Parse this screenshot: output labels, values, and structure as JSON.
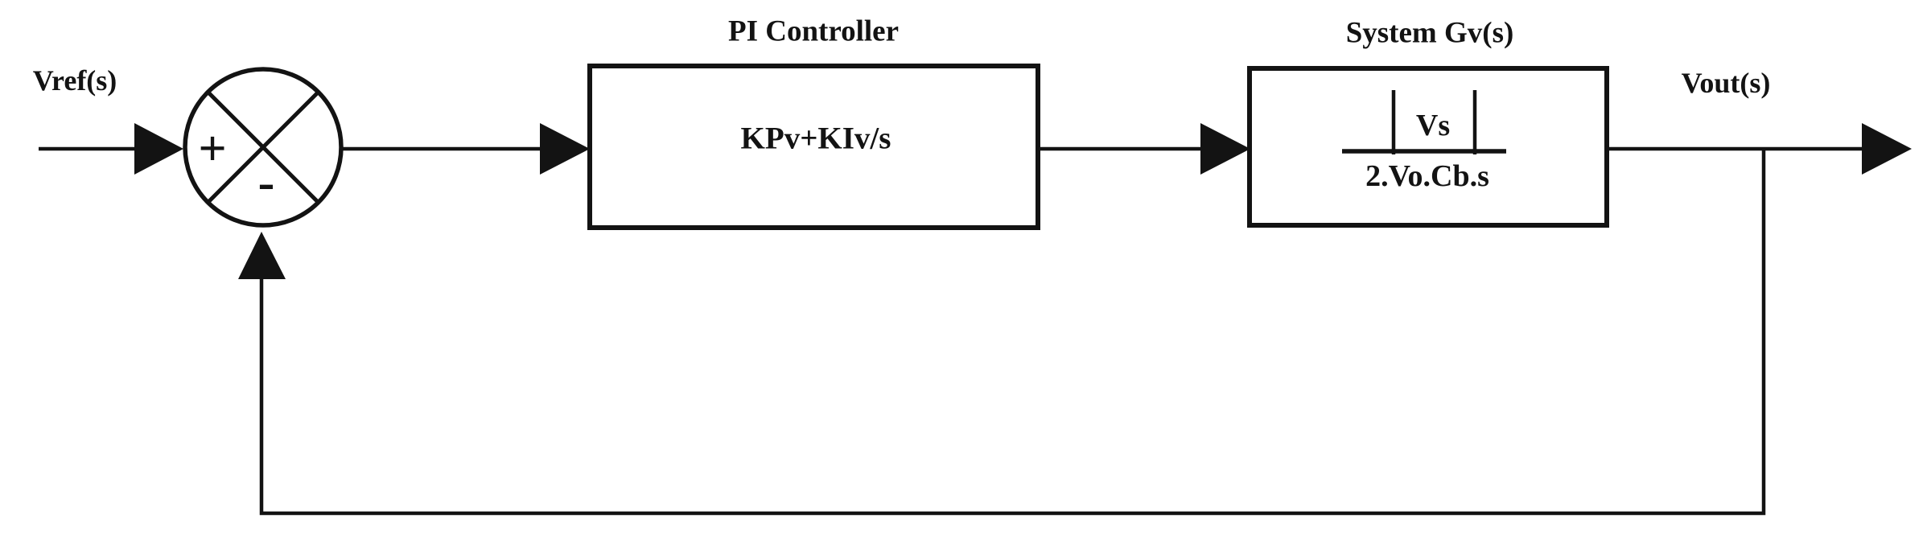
{
  "figure": {
    "type": "control-block-diagram",
    "background": "#ffffff",
    "line_color": "#131313"
  },
  "labels": {
    "input_signal": "Vref(s)",
    "output_signal": "Vout(s)",
    "summing_plus": "+",
    "summing_minus": "-",
    "controller_title": "PI Controller",
    "controller_transfer_function": "KPv+KIv/s",
    "system_title": "System Gv(s)",
    "system_numerator": "Vs",
    "system_denominator": "2.Vo.Cb.s"
  }
}
